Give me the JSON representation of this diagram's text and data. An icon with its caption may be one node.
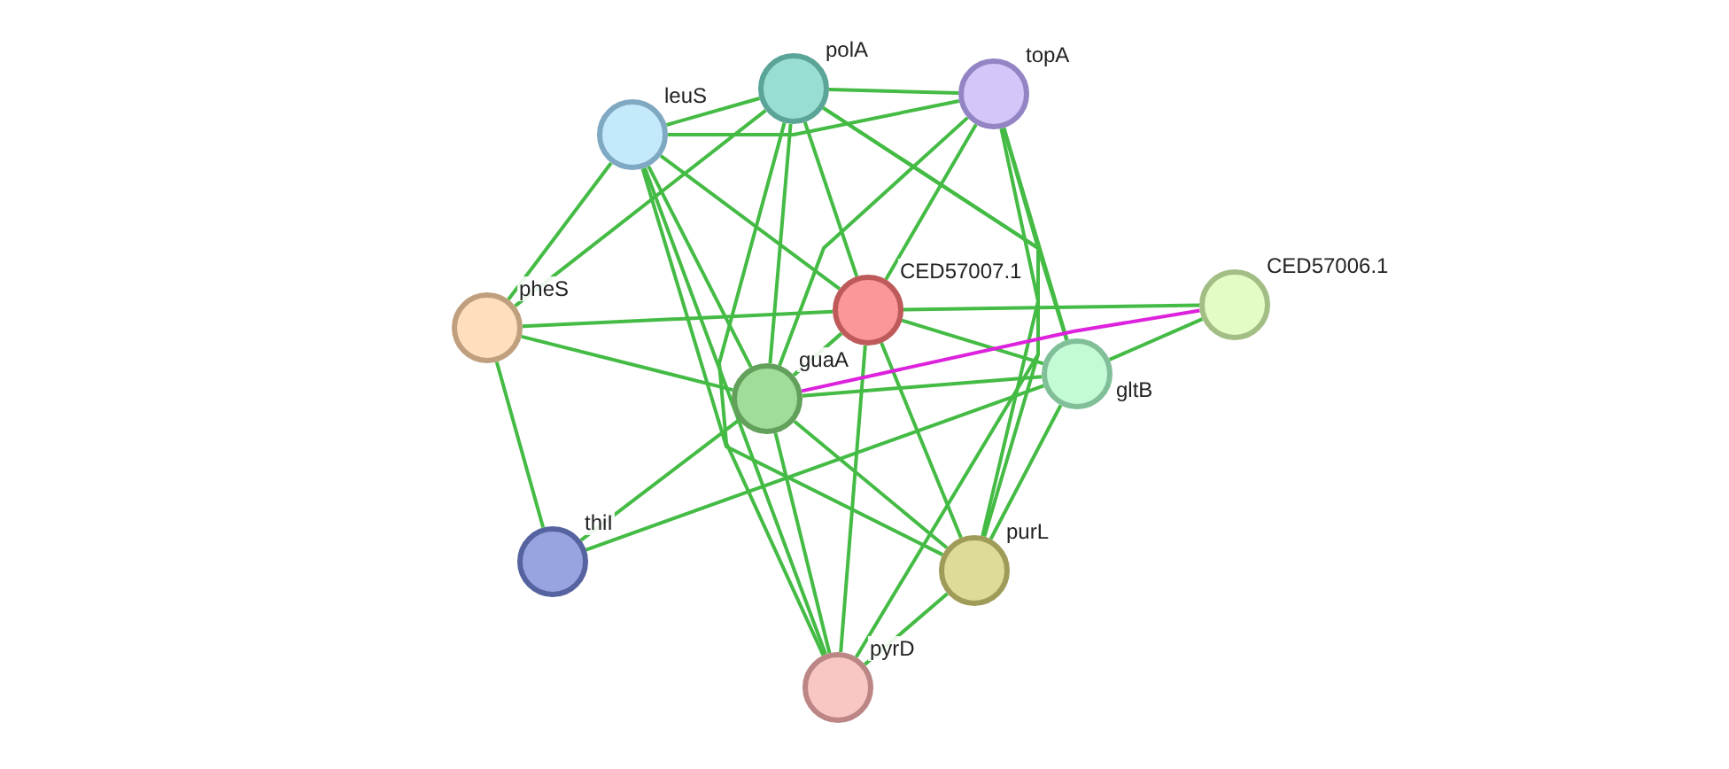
{
  "diagram": {
    "nodes": [
      {
        "text": [
          "polA"
        ]
      },
      {
        "text": [
          "topA"
        ]
      },
      {
        "text": [
          "leuS"
        ]
      },
      {
        "text": [
          "CED57007.1"
        ]
      },
      {
        "text": [
          "CED57006.1"
        ]
      },
      {
        "text": [
          "pheS"
        ]
      },
      {
        "text": [
          "gltB"
        ]
      },
      {
        "text": [
          "guaA"
        ]
      },
      {
        "text": [
          "thiI"
        ]
      },
      {
        "text": [
          "purL"
        ]
      },
      {
        "text": [
          "pyrD"
        ]
      }
    ],
    "edges": [
      {
        "from": 0,
        "to": 1,
        "arrow": "none"
      },
      {
        "from": 0,
        "to": 2,
        "arrow": "none"
      },
      {
        "from": 0,
        "to": 5,
        "arrow": "none"
      },
      {
        "from": 0,
        "to": 3,
        "arrow": "none"
      },
      {
        "from": 0,
        "to": 7,
        "arrow": "none"
      },
      {
        "from": 0,
        "to": 10,
        "arrow": "none"
      },
      {
        "from": 0,
        "to": 9,
        "arrow": "none"
      },
      {
        "from": 0,
        "to": 6,
        "arrow": "none"
      },
      {
        "from": 1,
        "to": 2,
        "arrow": "none"
      },
      {
        "from": 1,
        "to": 3,
        "arrow": "none"
      },
      {
        "from": 1,
        "to": 7,
        "arrow": "none"
      },
      {
        "from": 1,
        "to": 6,
        "arrow": "none"
      },
      {
        "from": 1,
        "to": 9,
        "arrow": "none"
      },
      {
        "from": 1,
        "to": 10,
        "arrow": "none"
      },
      {
        "from": 2,
        "to": 5,
        "arrow": "none"
      },
      {
        "from": 2,
        "to": 3,
        "arrow": "none"
      },
      {
        "from": 2,
        "to": 7,
        "arrow": "none"
      },
      {
        "from": 2,
        "to": 10,
        "arrow": "none"
      },
      {
        "from": 2,
        "to": 9,
        "arrow": "none"
      },
      {
        "from": 5,
        "to": 3,
        "arrow": "none"
      },
      {
        "from": 5,
        "to": 7,
        "arrow": "none"
      },
      {
        "from": 5,
        "to": 8,
        "arrow": "none"
      },
      {
        "from": 3,
        "to": 4,
        "arrow": "none"
      },
      {
        "from": 3,
        "to": 7,
        "arrow": "none"
      },
      {
        "from": 3,
        "to": 6,
        "arrow": "none"
      },
      {
        "from": 3,
        "to": 9,
        "arrow": "none"
      },
      {
        "from": 3,
        "to": 10,
        "arrow": "none"
      },
      {
        "from": 4,
        "to": 6,
        "arrow": "none"
      },
      {
        "from": 4,
        "to": 7,
        "arrow": "none",
        "color": "#dd22dd"
      },
      {
        "from": 6,
        "to": 7,
        "arrow": "none"
      },
      {
        "from": 6,
        "to": 9,
        "arrow": "none"
      },
      {
        "from": 6,
        "to": 8,
        "arrow": "none"
      },
      {
        "from": 7,
        "to": 8,
        "arrow": "none"
      },
      {
        "from": 7,
        "to": 9,
        "arrow": "none"
      },
      {
        "from": 7,
        "to": 10,
        "arrow": "none"
      },
      {
        "from": 9,
        "to": 10,
        "arrow": "none"
      }
    ]
  }
}
